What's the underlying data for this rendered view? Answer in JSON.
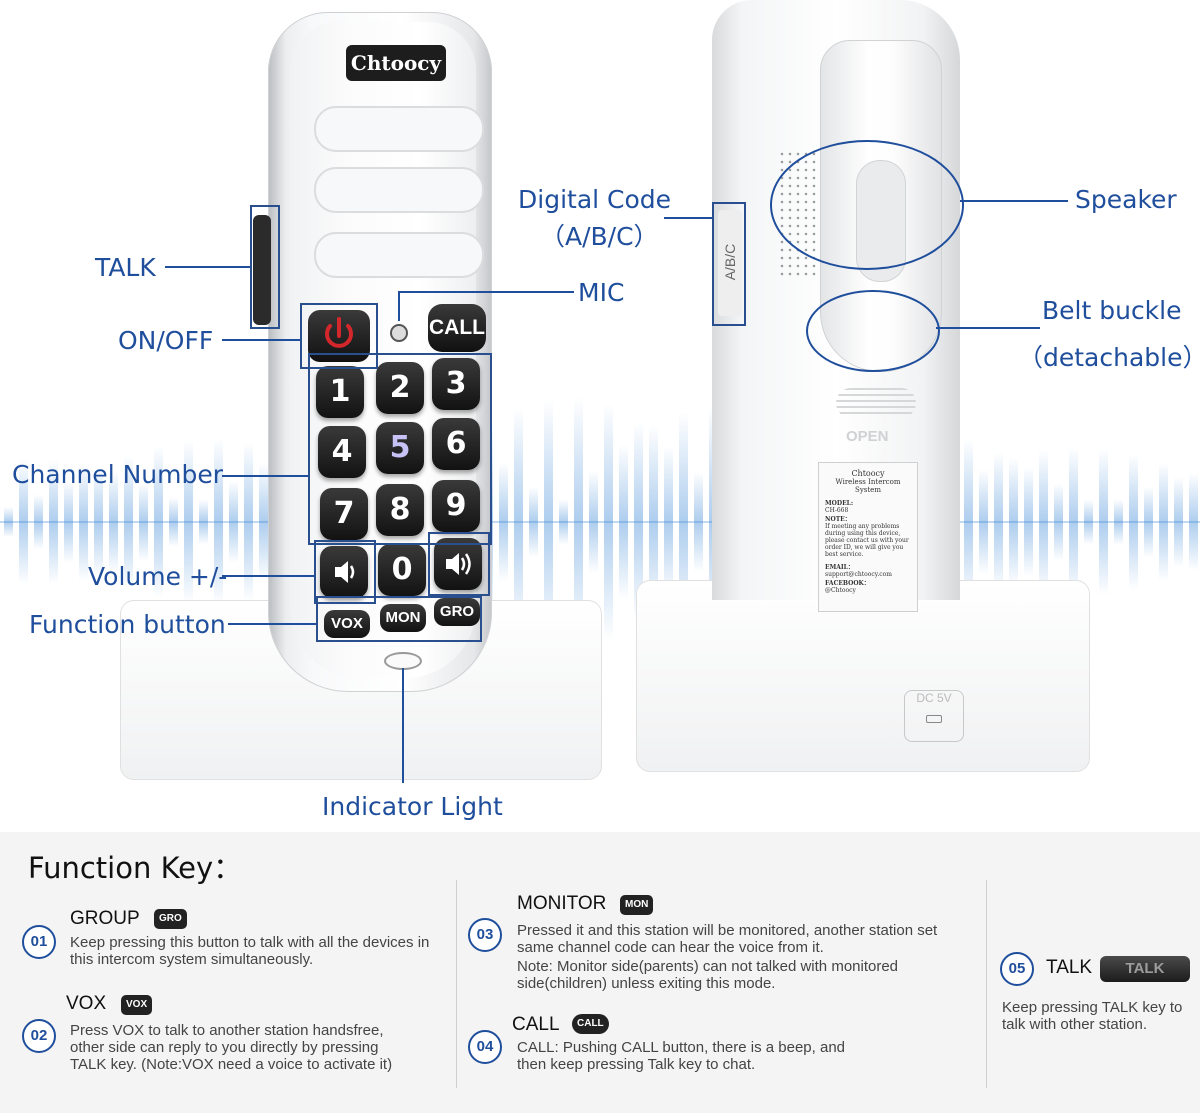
{
  "brand": "Chtoocy",
  "front_callouts": {
    "talk": "TALK",
    "on_off": "ON/OFF",
    "mic": "MIC",
    "channel_number": "Channel Number",
    "volume": "Volume +/-",
    "function_button": "Function button",
    "indicator_light": "Indicator Light"
  },
  "back_callouts": {
    "digital_code": "Digital Code",
    "digital_code_sub": "（A/B/C）",
    "speaker": "Speaker",
    "belt_buckle": "Belt buckle",
    "belt_buckle_sub": "（detachable）"
  },
  "keypad": {
    "call": "CALL",
    "keys": [
      "1",
      "2",
      "3",
      "4",
      "5",
      "6",
      "7",
      "8",
      "9",
      "0"
    ],
    "vox": "VOX",
    "mon": "MON",
    "gro": "GRO"
  },
  "back_device": {
    "switch_label": "A/B/C",
    "open_label": "OPEN",
    "dc_label": "DC 5V",
    "sticker": {
      "brand": "Chtoocy",
      "product": "Wireless Intercom System",
      "model_heading": "MODEL:",
      "model": "CH-668",
      "note_heading": "NOTE：",
      "note": "If meeting any problems during using this device, please contact us with your order ID, we will give you best service.",
      "email_heading": "EMAIL：",
      "email": "support@chtoocy.com",
      "facebook_heading": "FACEBOOK：",
      "facebook": "@Chtoocy"
    }
  },
  "function_key": {
    "title": "Function Key：",
    "items": [
      {
        "num": "01",
        "name": "GROUP",
        "badge": "GRO",
        "desc": "Keep pressing this button to talk with all the devices in this intercom system simultaneously."
      },
      {
        "num": "02",
        "name": "VOX",
        "badge": "VOX",
        "desc": "Press VOX to talk to another station handsfree, other side can reply to you directly by pressing TALK key. (Note:VOX need a voice to activate it)"
      },
      {
        "num": "03",
        "name": "MONITOR",
        "badge": "MON",
        "desc": "Pressed it and this station will be monitored, another station set same channel code can hear the voice from it.",
        "desc2": "Note: Monitor side(parents) can not talked with monitored side(children) unless exiting this mode."
      },
      {
        "num": "04",
        "name": "CALL",
        "badge": "CALL",
        "desc": "CALL: Pushing CALL button, there is a beep, and then keep pressing Talk key to chat."
      },
      {
        "num": "05",
        "name": "TALK",
        "badge": "TALK",
        "desc": "Keep pressing TALK key to talk with other station."
      }
    ]
  },
  "colors": {
    "accent": "#1f4e9c",
    "wave": "#4a90d9",
    "key": "#1a1a1a",
    "power": "#d3272b"
  }
}
